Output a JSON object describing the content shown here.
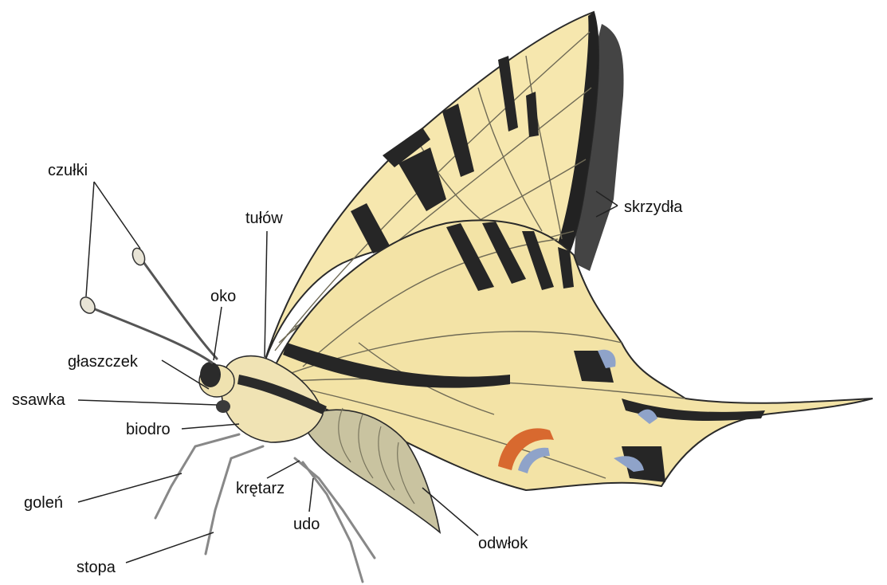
{
  "labels": {
    "czulki": "czułki",
    "skrzydla": "skrzydła",
    "tulow": "tułów",
    "oko": "oko",
    "glaszczek": "głaszczek",
    "ssawka": "ssawka",
    "biodro": "biodro",
    "golen": "goleń",
    "kretarz": "krętarz",
    "udo": "udo",
    "odwlok": "odwłok",
    "stopa": "stopa"
  },
  "colors": {
    "wing_fill": "#f5e6ad",
    "wing_vein": "#6f6a55",
    "stripe": "#2b2b2b",
    "wing_shadow": "#4a4a4a",
    "abdomen": "#c9c3a0",
    "eyespot_orange": "#d8692f",
    "eyespot_blue": "#8fa3c9",
    "leader_line": "#222222"
  }
}
